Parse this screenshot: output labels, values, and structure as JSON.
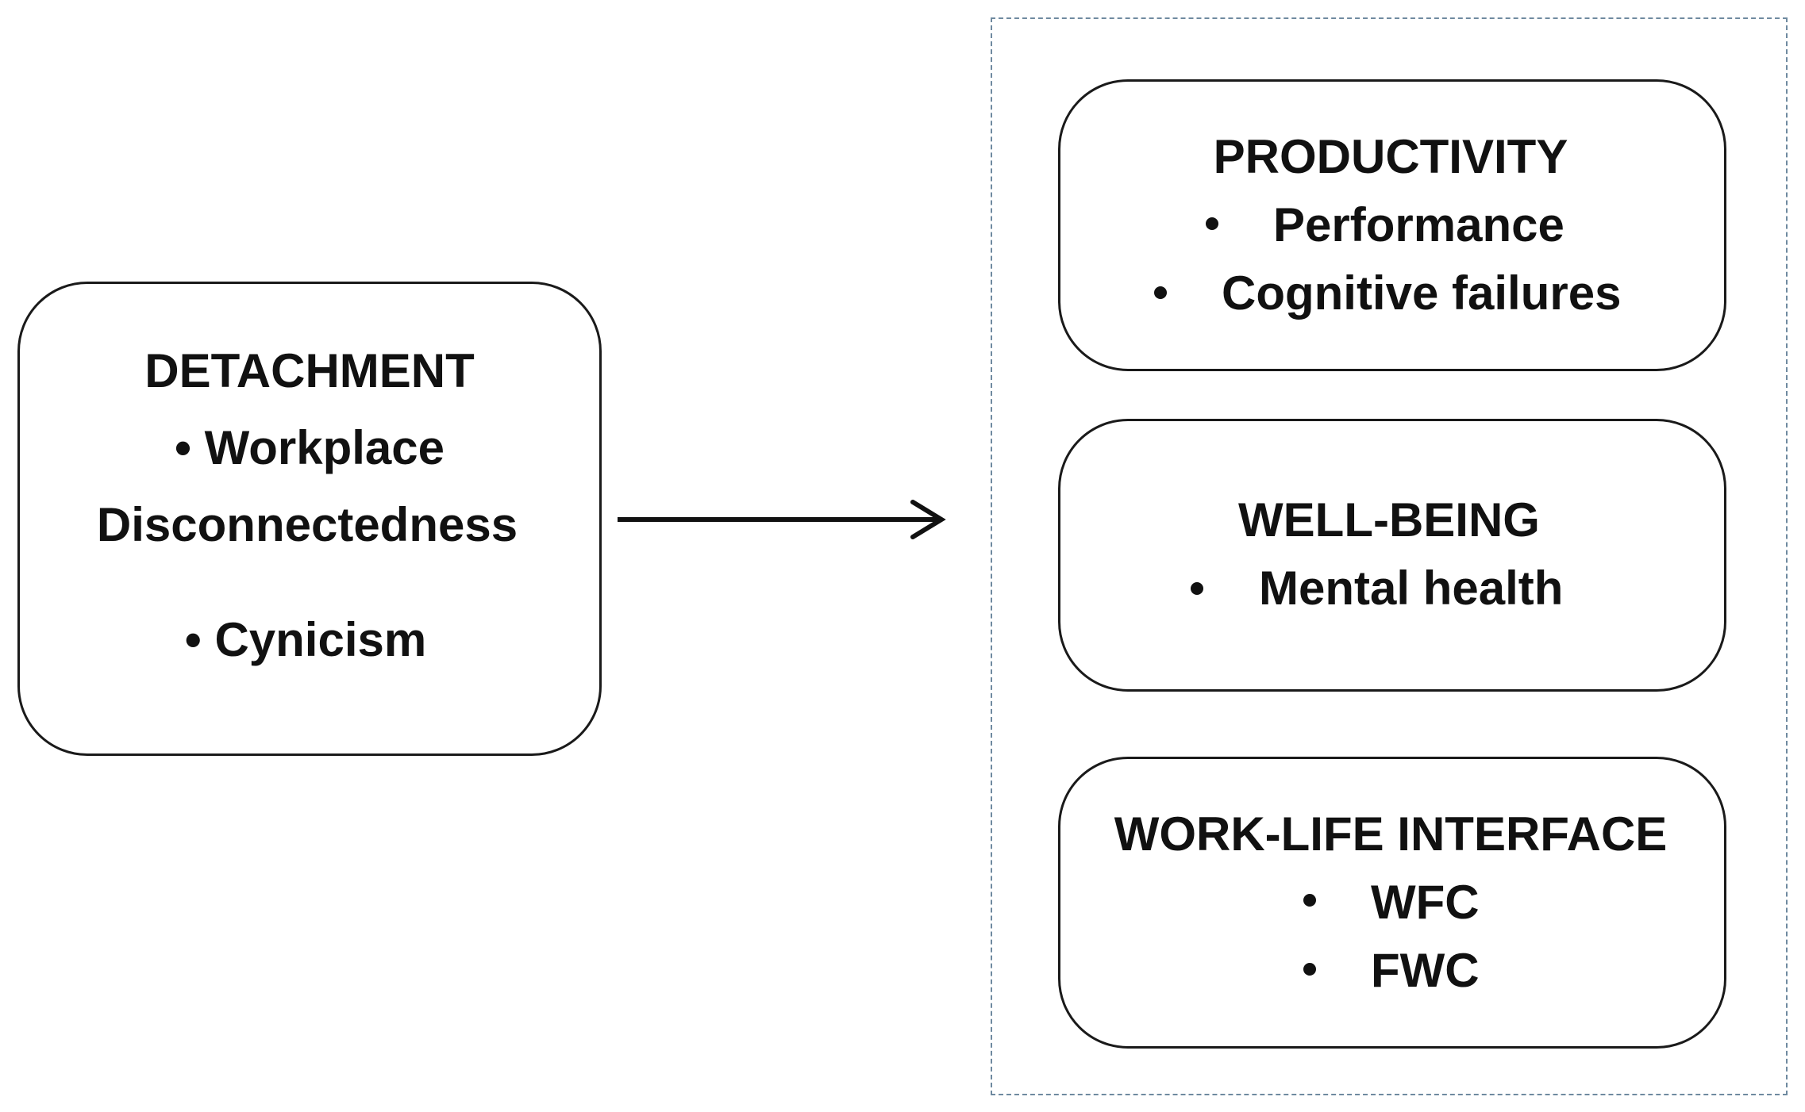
{
  "colors": {
    "box_border": "#1a1a1a",
    "group_border": "#6f8aa0",
    "text": "#111111",
    "background": "#ffffff"
  },
  "detachment": {
    "title": "DETACHMENT",
    "item1_line1": "• Workplace",
    "item1_line2": "Disconnectedness",
    "item2": "• Cynicism"
  },
  "productivity": {
    "title": "PRODUCTIVITY",
    "items": [
      "Performance",
      "Cognitive failures"
    ]
  },
  "well_being": {
    "title": "WELL-BEING",
    "items": [
      "Mental health"
    ]
  },
  "work_life": {
    "title": "WORK-LIFE INTERFACE",
    "items": [
      "WFC",
      "FWC"
    ]
  }
}
